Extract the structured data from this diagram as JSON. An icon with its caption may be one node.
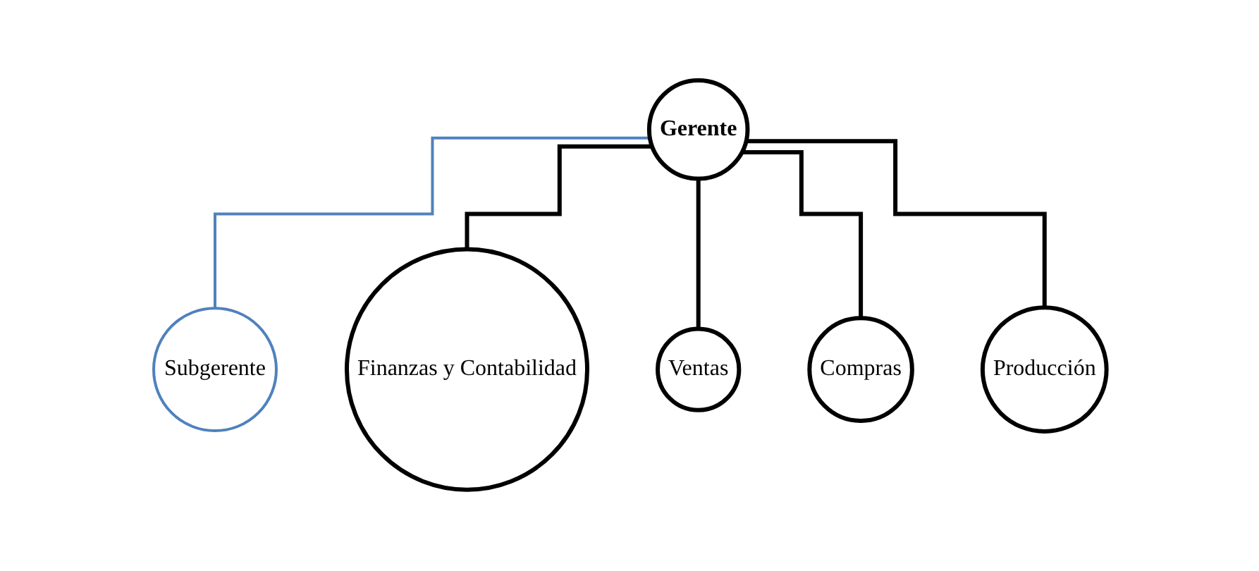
{
  "diagram": {
    "nodes": [
      {
        "text": [
          "Gerente"
        ]
      },
      {
        "text": [
          "Subgerente"
        ]
      },
      {
        "text": [
          "Finanzas y Contabilidad"
        ]
      },
      {
        "text": [
          "Ventas"
        ]
      },
      {
        "text": [
          "Compras"
        ]
      },
      {
        "text": [
          "Producción"
        ]
      }
    ],
    "edges": [
      {
        "from": 0,
        "to": 1,
        "arrow": "none",
        "color": "#4f81bd"
      },
      {
        "from": 0,
        "to": 2,
        "arrow": "none"
      },
      {
        "from": 0,
        "to": 3,
        "arrow": "none"
      },
      {
        "from": 0,
        "to": 4,
        "arrow": "none"
      },
      {
        "from": 0,
        "to": 5,
        "arrow": "none"
      }
    ]
  }
}
